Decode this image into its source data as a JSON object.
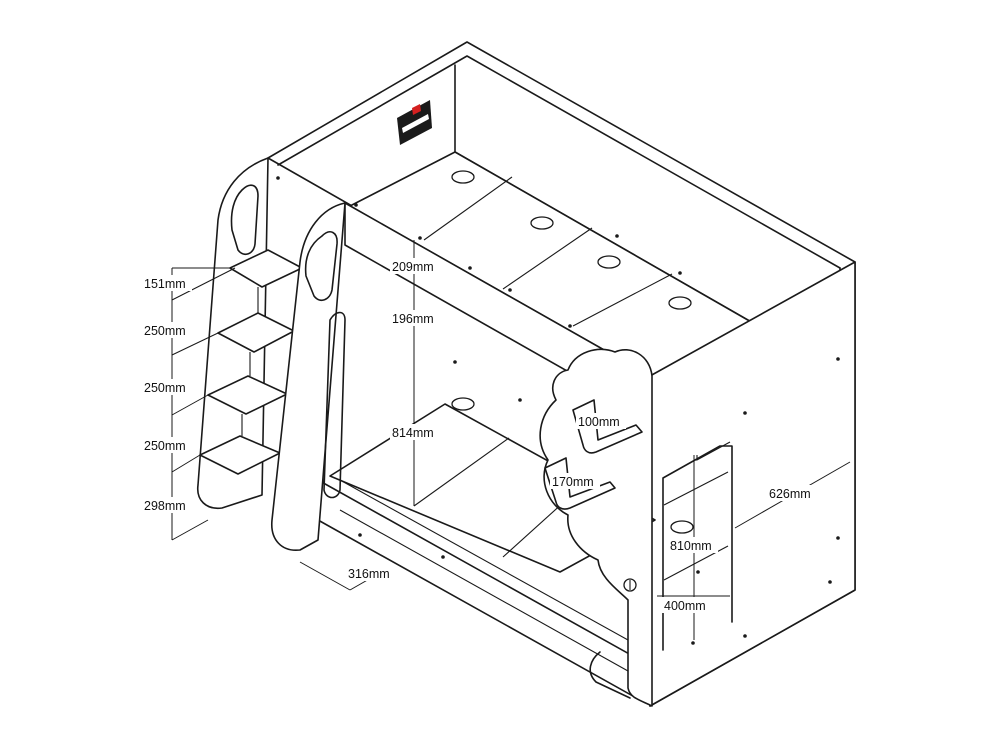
{
  "dimensions": {
    "step_top": "151mm",
    "step_2": "250mm",
    "step_3": "250mm",
    "step_4": "250mm",
    "step_bottom": "298mm",
    "ladder_depth": "316mm",
    "top_guard": "209mm",
    "top_gap": "196mm",
    "bunk_gap": "814mm",
    "handle_upper": "100mm",
    "handle_lower": "170mm",
    "end_height": "626mm",
    "opening_height": "810mm",
    "opening_width": "400mm"
  },
  "icons": {
    "warning_label": "warning-label-icon"
  },
  "colors": {
    "line": "#1a1a1a",
    "label_red": "#d42020"
  }
}
